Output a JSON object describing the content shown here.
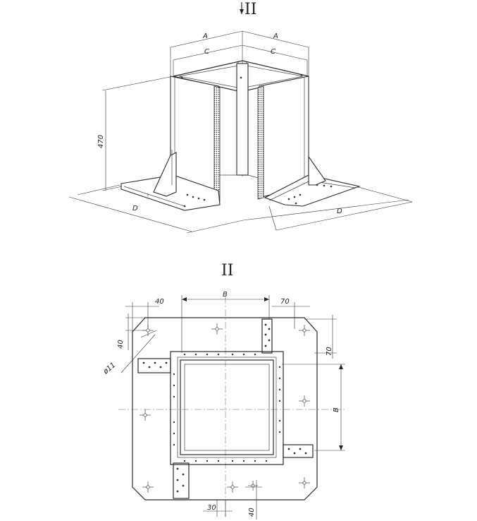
{
  "view_marker": "II",
  "section_title": "II",
  "dims_3d": {
    "a_left": "A",
    "a_right": "A",
    "c_left": "C",
    "c_right": "C",
    "height": "470",
    "d_left": "D",
    "d_right": "D"
  },
  "dims_plan": {
    "top_40": "40",
    "b_top": "B",
    "top_70": "70",
    "left_40": "40",
    "hole_dia": "ø11",
    "right_70": "70",
    "b_right": "B",
    "bottom_30": "30",
    "bottom_40": "40"
  }
}
